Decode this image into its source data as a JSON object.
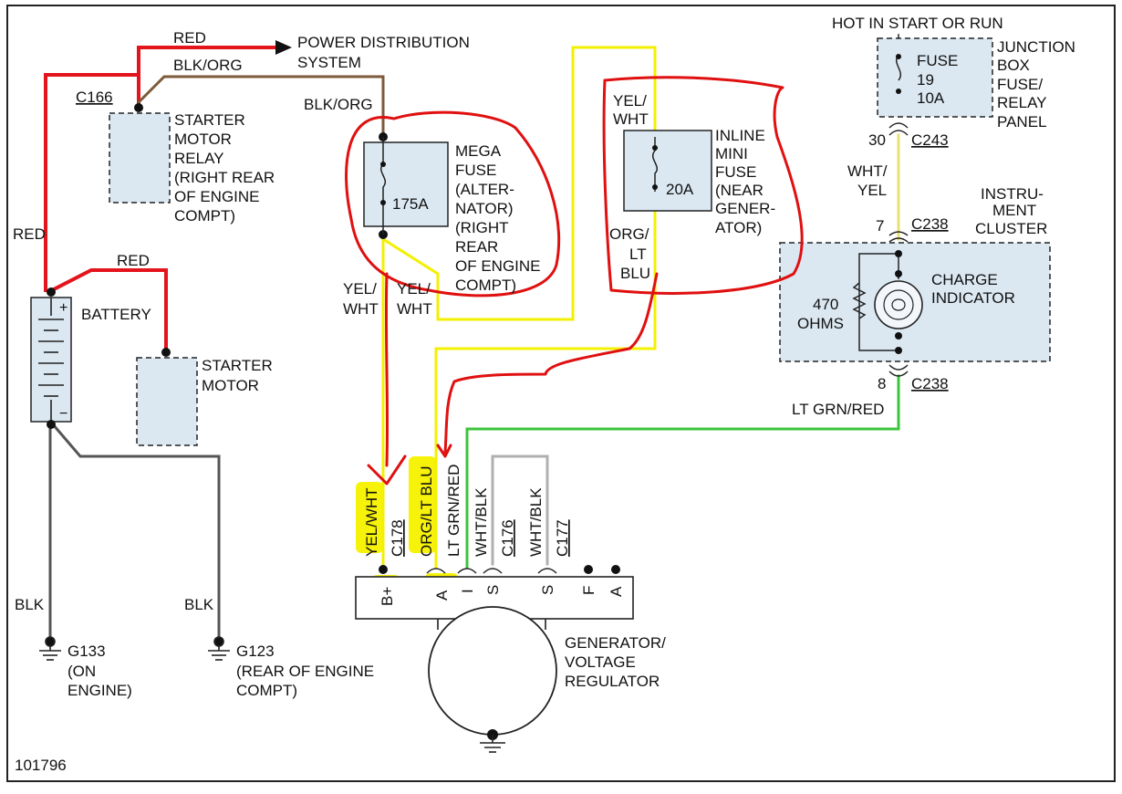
{
  "diagram_id": "101796",
  "colors": {
    "red": "#e3141c",
    "yellow": "#f3f000",
    "highlight": "#f7f20a",
    "green": "#3cc43c",
    "gray": "#555555",
    "light_gray": "#b0b0b0",
    "blkorg": "#7d5a3a",
    "wire_wht_yel": "#e8e070",
    "component_fill": "#dbe8f2",
    "annotation_red": "#e01010"
  },
  "labels": {
    "red_top": "RED",
    "power_dist_1": "POWER DISTRIBUTION",
    "power_dist_2": "SYSTEM",
    "blk_org_top": "BLK/ORG",
    "blk_org_2": "BLK/ORG",
    "c166": "C166",
    "starter_relay": [
      "STARTER",
      "MOTOR",
      "RELAY",
      "(RIGHT REAR",
      "OF ENGINE",
      "COMPT)"
    ],
    "red_left": "RED",
    "red_battery": "RED",
    "battery": "BATTERY",
    "starter_motor": [
      "STARTER",
      "MOTOR"
    ],
    "blk_left": "BLK",
    "blk_mid": "BLK",
    "g133": [
      "G133",
      "(ON",
      "ENGINE)"
    ],
    "g123": [
      "G123",
      "(REAR OF ENGINE",
      "COMPT)"
    ],
    "mega_fuse": [
      "MEGA",
      "FUSE",
      "(ALTER-",
      "NATOR)",
      "(RIGHT",
      "REAR",
      "OF ENGINE",
      "COMPT)"
    ],
    "mega_fuse_rating": "175A",
    "yel_wht_a": [
      "YEL/",
      "WHT"
    ],
    "yel_wht_b": [
      "YEL/",
      "WHT"
    ],
    "yel_wht_c": [
      "YEL/",
      "WHT"
    ],
    "inline_fuse": [
      "INLINE",
      "MINI",
      "FUSE",
      "(NEAR",
      "GENER-",
      "ATOR)"
    ],
    "inline_fuse_rating": "20A",
    "org_lt_blu": [
      "ORG/",
      "LT",
      "BLU"
    ],
    "hot_in": "HOT IN START OR RUN",
    "junction_box": [
      "JUNCTION",
      "BOX",
      "FUSE/",
      "RELAY",
      "PANEL"
    ],
    "fuse19": [
      "FUSE",
      "19",
      "10A"
    ],
    "pin30": "30",
    "c243": "C243",
    "wht_yel": [
      "WHT/",
      "YEL"
    ],
    "instrument_cluster": [
      "INSTRU-",
      "MENT",
      "CLUSTER"
    ],
    "pin7": "7",
    "c238_top": "C238",
    "charge_indicator": [
      "CHARGE",
      "INDICATOR"
    ],
    "resistor": [
      "470",
      "OHMS"
    ],
    "pin8": "8",
    "c238_bottom": "C238",
    "lt_grn_red": "LT GRN/RED",
    "vertical_wires": {
      "yel_wht": "YEL/WHT",
      "c178": "C178",
      "org_lt_blu": "ORG/LT BLU",
      "lt_grn_red": "LT GRN/RED",
      "wht_blk_1": "WHT/BLK",
      "c176": "C176",
      "wht_blk_2": "WHT/BLK",
      "c177": "C177"
    },
    "terminals": [
      "B+",
      "A",
      "I",
      "S",
      "S",
      "F",
      "A"
    ],
    "generator": [
      "GENERATOR/",
      "VOLTAGE",
      "REGULATOR"
    ]
  }
}
